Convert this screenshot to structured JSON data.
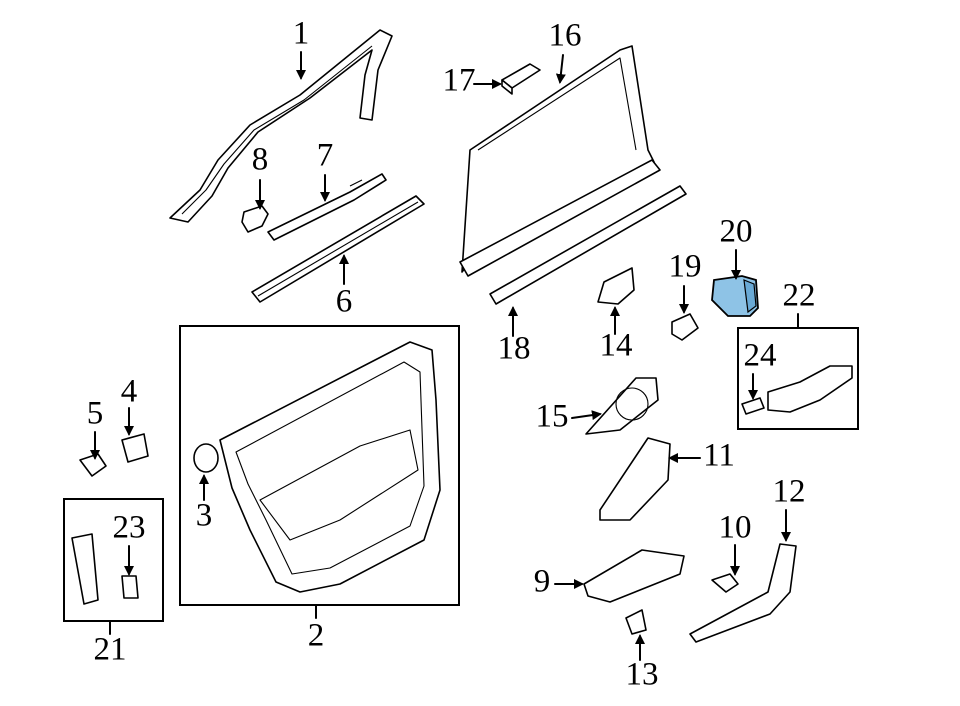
{
  "labels": {
    "l1": "1",
    "l2": "2",
    "l3": "3",
    "l4": "4",
    "l5": "5",
    "l6": "6",
    "l7": "7",
    "l8": "8",
    "l9": "9",
    "l10": "10",
    "l11": "11",
    "l12": "12",
    "l13": "13",
    "l14": "14",
    "l15": "15",
    "l16": "16",
    "l17": "17",
    "l18": "18",
    "l19": "19",
    "l20": "20",
    "l21": "21",
    "l22": "22",
    "l23": "23",
    "l24": "24"
  },
  "colors": {
    "highlight": "#8ec3e6",
    "line": "#000000",
    "background": "#ffffff"
  }
}
